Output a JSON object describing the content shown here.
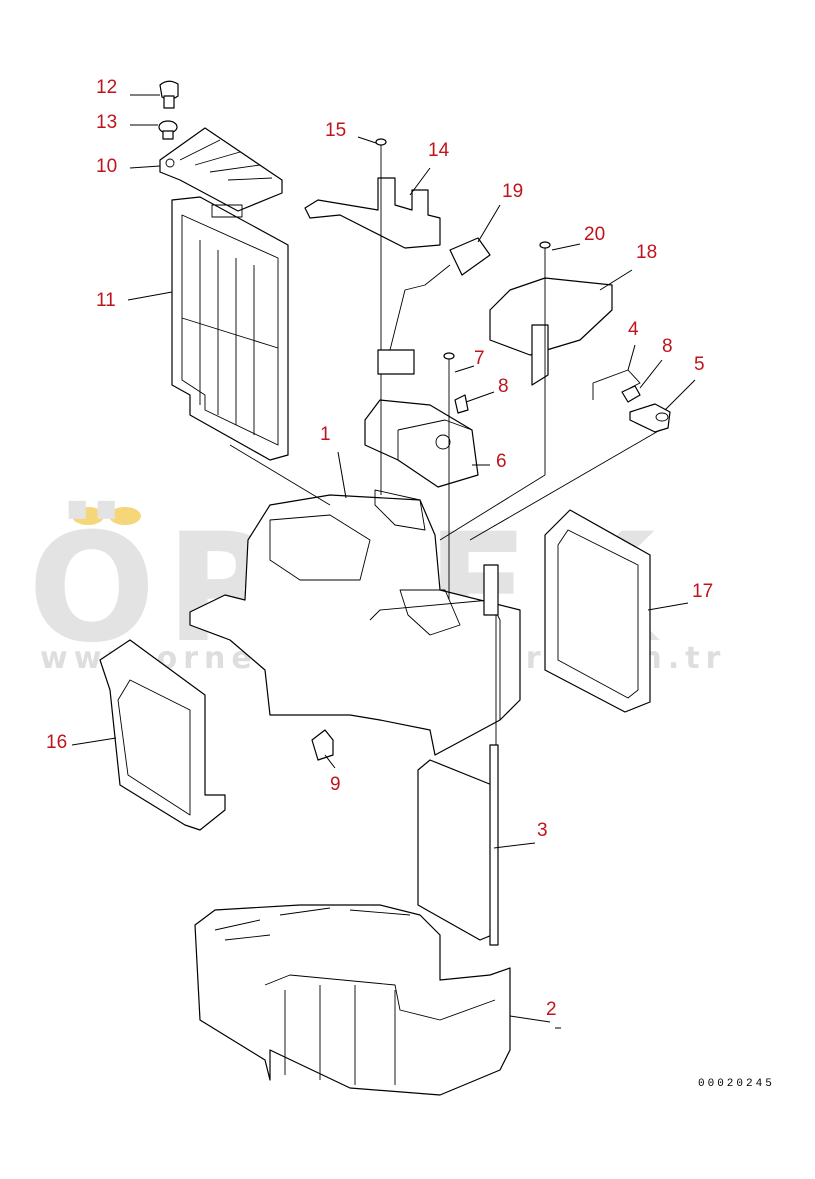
{
  "watermark": {
    "brand": "ÖRNEK",
    "url": "www.ornekismakinalari.com.tr",
    "dots_color": "#f5d77a",
    "text_color": "#e3e3e3"
  },
  "callout_color": "#c0141c",
  "drawing_number": "00020245",
  "callouts": [
    {
      "id": "c12",
      "label": "12"
    },
    {
      "id": "c13",
      "label": "13"
    },
    {
      "id": "c10",
      "label": "10"
    },
    {
      "id": "c15",
      "label": "15"
    },
    {
      "id": "c14",
      "label": "14"
    },
    {
      "id": "c19",
      "label": "19"
    },
    {
      "id": "c20",
      "label": "20"
    },
    {
      "id": "c18",
      "label": "18"
    },
    {
      "id": "c11",
      "label": "11"
    },
    {
      "id": "c4",
      "label": "4"
    },
    {
      "id": "c8a",
      "label": "8"
    },
    {
      "id": "c5",
      "label": "5"
    },
    {
      "id": "c7",
      "label": "7"
    },
    {
      "id": "c8b",
      "label": "8"
    },
    {
      "id": "c1",
      "label": "1"
    },
    {
      "id": "c6",
      "label": "6"
    },
    {
      "id": "c17",
      "label": "17"
    },
    {
      "id": "c16",
      "label": "16"
    },
    {
      "id": "c9",
      "label": "9"
    },
    {
      "id": "c3",
      "label": "3"
    },
    {
      "id": "c2",
      "label": "2"
    }
  ]
}
